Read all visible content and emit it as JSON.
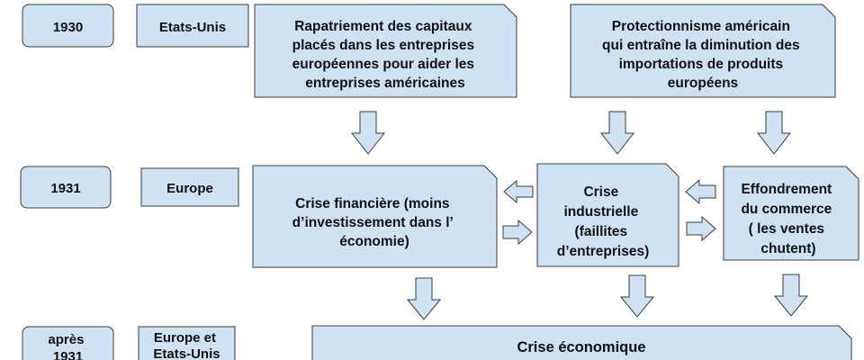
{
  "colors": {
    "fill": "#cfe2f3",
    "stroke": "#3c3c3c",
    "text": "#111111",
    "background": "#ffffff"
  },
  "rows": [
    {
      "year": "1930",
      "place": "Etats-Unis"
    },
    {
      "year": "1931",
      "place": "Europe"
    },
    {
      "year": "après 1931",
      "place": "Europe et Etats-Unis"
    }
  ],
  "boxes": {
    "rapatriement": [
      "Rapatriement des capitaux",
      "placés dans les entreprises",
      "européennes pour aider les",
      "entreprises américaines"
    ],
    "protectionnisme": [
      "Protectionnisme américain",
      "qui entraîne la diminution des",
      "importations de produits",
      "européens"
    ],
    "crise_financiere": [
      "Crise financière (moins",
      "d’investissement dans l’",
      "économie)"
    ],
    "crise_industrielle": [
      "Crise",
      "industrielle",
      "(faillites",
      "d’entreprises)"
    ],
    "effondrement": [
      "Effondrement",
      "du commerce",
      "( les ventes",
      "chutent)"
    ],
    "crise_economique": "Crise économique"
  }
}
